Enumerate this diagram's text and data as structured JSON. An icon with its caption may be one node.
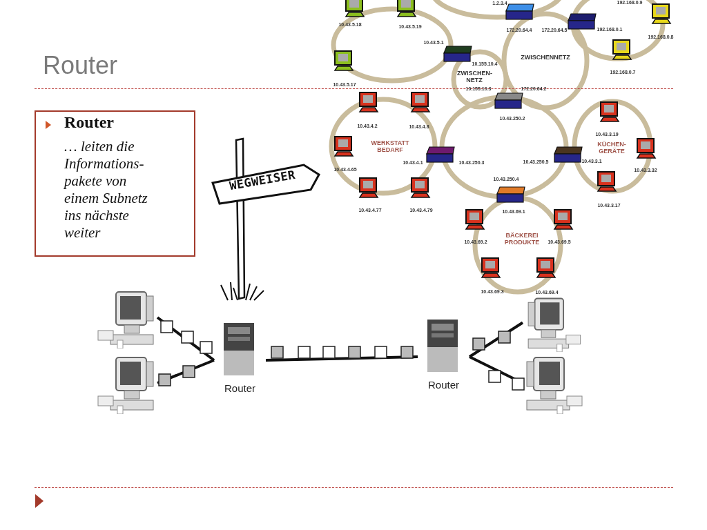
{
  "diagram": {
    "title": "Router",
    "nodes": [
      {
        "text": [
          "Router",
          "… leiten die Informations- pakete von einem Subnetz ins nächste weiter"
        ]
      },
      {
        "text": [
          "WEGWEISER"
        ]
      },
      {
        "text": [],
        "shape": "picture"
      },
      {
        "text": [],
        "shape": "picture"
      },
      {
        "text": [
          "Router"
        ]
      },
      {
        "text": [
          "Router"
        ]
      },
      {
        "text": [],
        "shape": "picture"
      },
      {
        "text": [],
        "shape": "picture"
      }
    ],
    "edges": [
      {
        "from": 2,
        "to": 4,
        "arrow": "none"
      },
      {
        "from": 3,
        "to": 4,
        "arrow": "none"
      },
      {
        "from": 4,
        "to": 5,
        "arrow": "none"
      },
      {
        "from": 5,
        "to": 6,
        "arrow": "none"
      },
      {
        "from": 5,
        "to": 7,
        "arrow": "none"
      }
    ],
    "labels": [
      "1.2.3.4",
      "192.168.0.9",
      "10.43.5.18",
      "10.43.5.19",
      "172.20.64.4",
      "172.20.64.5",
      "192.168.0.1",
      "192.168.0.8",
      "10.43.5.1",
      "ZWISCHENNETZ",
      "10.155.10.4",
      "192.168.0.7",
      "ZWISCHEN- NETZ",
      "10.43.5.17",
      "10.155.10.3",
      "172.20.64.2",
      "10.43.250.2",
      "10.43.4.2",
      "10.43.4.8",
      "10.43.3.19",
      "WERKSTATT BEDARF",
      "KÜCHEN- GERÄTE",
      "10.43.4.1",
      "10.43.250.3",
      "10.43.250.5",
      "10.43.3.1",
      "10.43.4.65",
      "10.43.3.32",
      "10.43.250.4",
      "10.43.3.17",
      "10.43.4.77",
      "10.43.4.79",
      "10.43.69.1",
      "BÄCKEREI PRODUKTE",
      "10.43.69.2",
      "10.43.69.5",
      "10.43.69.3",
      "10.43.69.4"
    ]
  }
}
